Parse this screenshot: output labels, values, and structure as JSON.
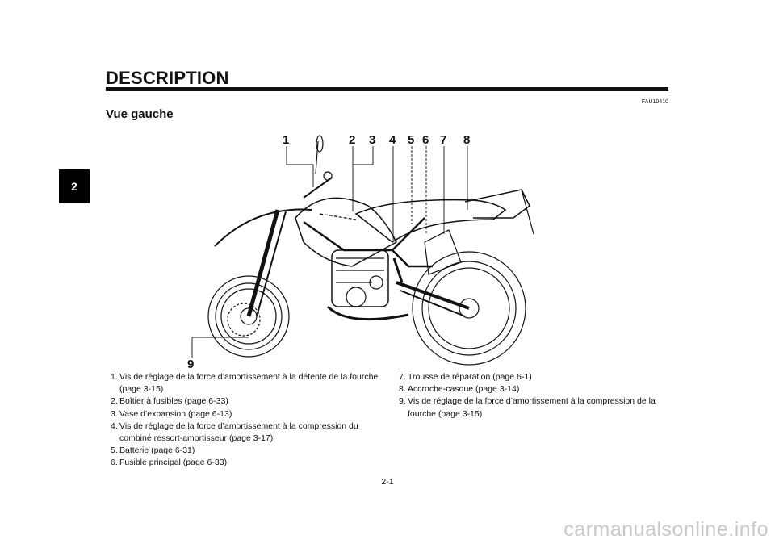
{
  "header": {
    "title": "DESCRIPTION",
    "chapter_tab": "2"
  },
  "fau_code": "FAU10410",
  "section": {
    "title": "Vue gauche"
  },
  "figure": {
    "callouts": [
      "1",
      "2",
      "3",
      "4",
      "5",
      "6",
      "7",
      "8",
      "9"
    ]
  },
  "legend": {
    "left": [
      {
        "num": "1.",
        "text": "Vis de réglage de la force d’amortissement à la détente de la fourche (page 3-15)"
      },
      {
        "num": "2.",
        "text": "Boîtier à fusibles (page 6-33)"
      },
      {
        "num": "3.",
        "text": "Vase d’expansion (page 6-13)"
      },
      {
        "num": "4.",
        "text": "Vis de réglage de la force d’amortissement à la compression du combiné ressort-amortisseur (page 3-17)"
      },
      {
        "num": "5.",
        "text": "Batterie (page 6-31)"
      },
      {
        "num": "6.",
        "text": "Fusible principal (page 6-33)"
      }
    ],
    "right": [
      {
        "num": "7.",
        "text": "Trousse de réparation (page 6-1)"
      },
      {
        "num": "8.",
        "text": "Accroche-casque (page 3-14)"
      },
      {
        "num": "9.",
        "text": "Vis de réglage de la force d’amortissement à la compression de la fourche (page 3-15)"
      }
    ]
  },
  "page_number": "2-1",
  "watermark": "carmanualsonline.info"
}
